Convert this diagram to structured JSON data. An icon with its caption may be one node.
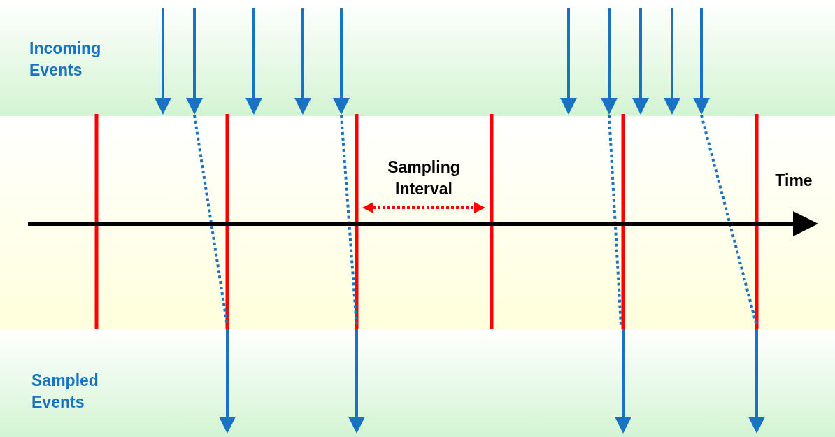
{
  "diagram": {
    "labels": [
      "Incoming Events",
      "Sampling Interval",
      "Time",
      "Sampled Events"
    ]
  }
}
